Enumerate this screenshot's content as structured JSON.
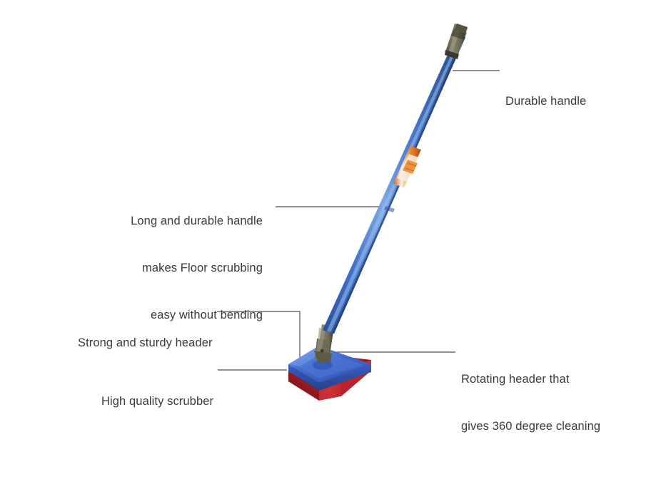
{
  "page": {
    "background_color": "#ffffff",
    "text_color": "#3a3a3c",
    "leader_line_color": "#6b6b70"
  },
  "product": {
    "name": "floor-scrubber-mop",
    "colors": {
      "pole_blue": "#3f6fc4",
      "pole_blue_light": "#6f9bdd",
      "pole_blue_dark": "#24407f",
      "end_cap_grey": "#6d6a56",
      "swivel_grey": "#7d7a63",
      "plate_blue": "#3f63c9",
      "plate_blue_light": "#5a83e0",
      "scrubber_red": "#c4272f",
      "scrubber_red_dark": "#8e1a20",
      "sticker_orange": "#f07a22"
    }
  },
  "annotations": [
    {
      "id": "durable-handle",
      "text": "Durable handle",
      "align": "left",
      "lines": [
        "Durable handle"
      ]
    },
    {
      "id": "long-handle",
      "text": "Long and durable handle makes Floor scrubbing easy without bending",
      "align": "right",
      "lines": [
        "Long and durable handle",
        "makes Floor scrubbing",
        "easy without bending"
      ]
    },
    {
      "id": "strong-header",
      "text": "Strong and sturdy header",
      "align": "left",
      "lines": [
        "Strong and sturdy header"
      ]
    },
    {
      "id": "high-quality-scrubber",
      "text": "High quality scrubber",
      "align": "left",
      "lines": [
        "High quality scrubber"
      ]
    },
    {
      "id": "rotating-header",
      "text": "Rotating header that gives 360 degree cleaning",
      "align": "left",
      "lines": [
        "Rotating header that",
        "gives 360 degree cleaning"
      ]
    }
  ],
  "labels": {
    "durable_handle": "Durable handle",
    "long_handle_line1": "Long and durable handle",
    "long_handle_line2": "makes Floor scrubbing",
    "long_handle_line3": "easy without bending",
    "strong_header": "Strong and sturdy header",
    "high_quality_scrubber": "High quality scrubber",
    "rotating_header_line1": "Rotating header that",
    "rotating_header_line2": "gives 360 degree cleaning"
  }
}
